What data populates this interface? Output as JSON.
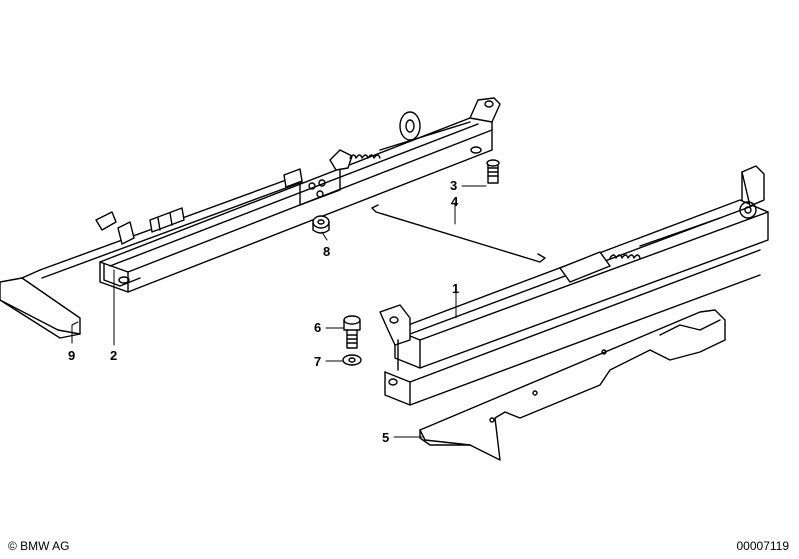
{
  "diagram": {
    "callouts": [
      {
        "id": "c1",
        "label": "1"
      },
      {
        "id": "c2",
        "label": "2"
      },
      {
        "id": "c3",
        "label": "3"
      },
      {
        "id": "c4",
        "label": "4"
      },
      {
        "id": "c5",
        "label": "5"
      },
      {
        "id": "c6",
        "label": "6"
      },
      {
        "id": "c7",
        "label": "7"
      },
      {
        "id": "c8",
        "label": "8"
      },
      {
        "id": "c9",
        "label": "9"
      }
    ]
  },
  "footer": {
    "copyright": "© BMW AG",
    "part_number": "00007119"
  }
}
